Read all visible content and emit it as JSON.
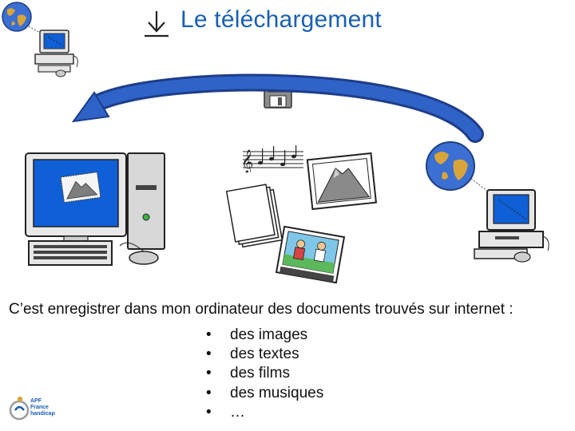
{
  "slide": {
    "title": "Le téléchargement",
    "description": "C’est enregistrer dans mon ordinateur des documents trouvés sur internet :",
    "bullet_glyph": "•",
    "items": [
      {
        "label": "des images"
      },
      {
        "label": "des textes"
      },
      {
        "label": "des films"
      },
      {
        "label": "des musiques"
      },
      {
        "label": "…"
      }
    ],
    "logo": {
      "line1": "APF",
      "line2": "France",
      "line3": "handicap"
    }
  },
  "colors": {
    "title": "#1a5fb4",
    "arrow": "#2f63c8",
    "globe_ocean": "#3b6fd1",
    "globe_land": "#d9a53a",
    "monitor_screen": "#0f5fd6",
    "device_gray": "#b0b0b0"
  },
  "icons": [
    "download-icon",
    "globe-icon",
    "computer-icon",
    "floppy-disk-icon",
    "music-notes-icon",
    "photo-icon",
    "documents-icon",
    "film-photo-icon",
    "arrow-icon",
    "apf-logo"
  ]
}
